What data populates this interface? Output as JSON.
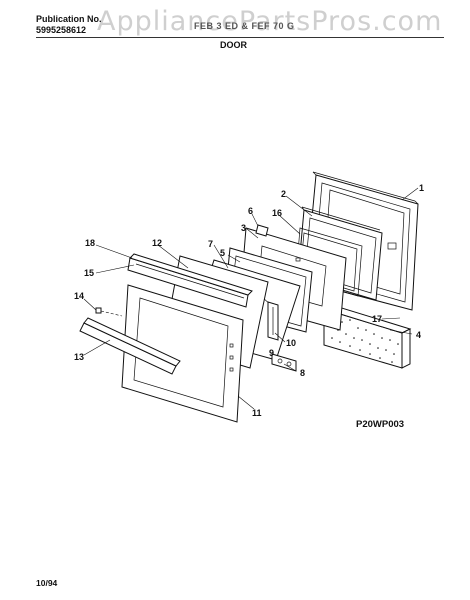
{
  "header": {
    "publication_label": "Publication No.",
    "publication_number": "5995258612",
    "model_text": "FEB 3 ED & FEF 70 G",
    "section_title": "DOOR",
    "watermark": "AppliancePartsPros.com"
  },
  "figure_code": "P20WP003",
  "footer_date": "10/94",
  "callouts": [
    "1",
    "2",
    "3",
    "4",
    "5",
    "6",
    "7",
    "8",
    "9",
    "10",
    "11",
    "12",
    "13",
    "14",
    "15",
    "16",
    "17",
    "18"
  ]
}
